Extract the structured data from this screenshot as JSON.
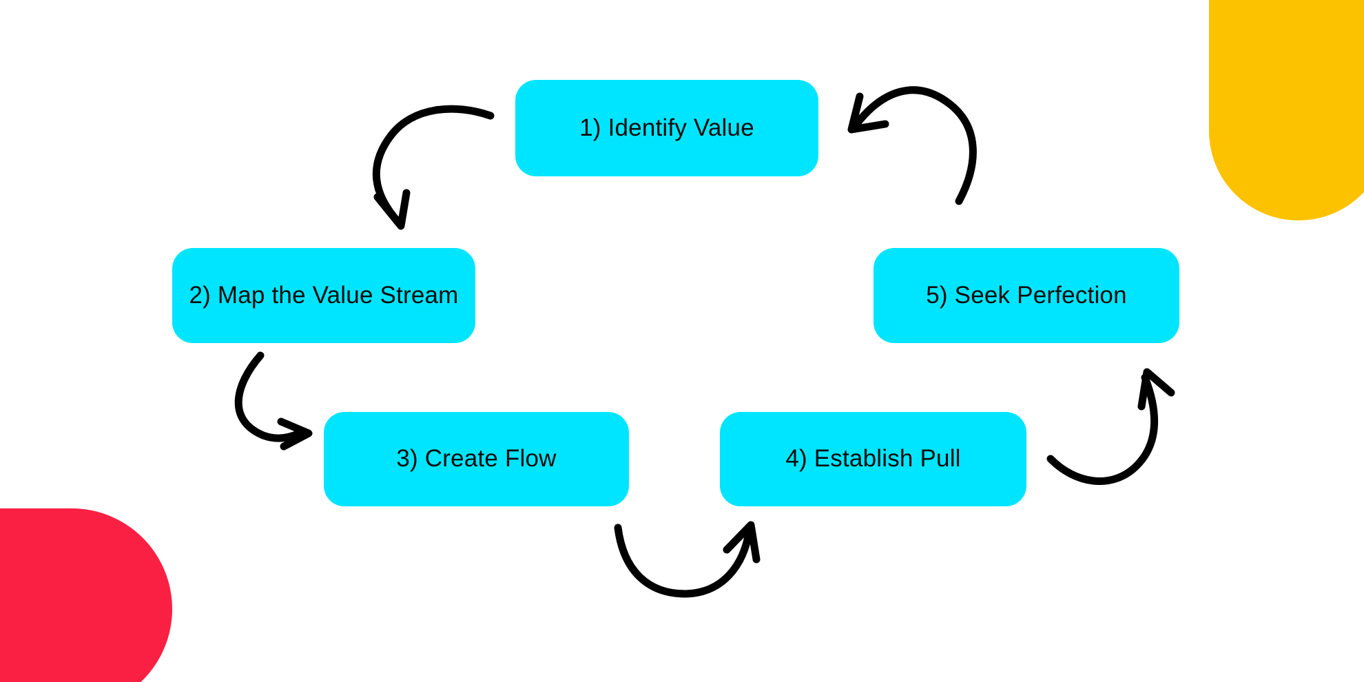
{
  "diagram": {
    "type": "cycle-flow",
    "background_color": "#FFFFFF",
    "node_color": "#00E5FF",
    "node_text_color": "#0A0A0A",
    "arrow_color": "#000000",
    "nodes": [
      {
        "id": "1",
        "label": "1) Identify Value"
      },
      {
        "id": "2",
        "label": "2) Map the Value Stream"
      },
      {
        "id": "3",
        "label": "3) Create Flow"
      },
      {
        "id": "4",
        "label": "4) Establish Pull"
      },
      {
        "id": "5",
        "label": "5) Seek Perfection"
      }
    ],
    "connectors": [
      {
        "name": "arrow-1-to-2",
        "from": "1",
        "to": "2",
        "direction": "down-left"
      },
      {
        "name": "arrow-2-to-3",
        "from": "2",
        "to": "3",
        "direction": "down-right"
      },
      {
        "name": "arrow-3-to-4",
        "from": "3",
        "to": "4",
        "direction": "right"
      },
      {
        "name": "arrow-4-to-5",
        "from": "4",
        "to": "5",
        "direction": "up-right"
      },
      {
        "name": "arrow-5-to-1",
        "from": "5",
        "to": "1",
        "direction": "up-left"
      }
    ],
    "decorations": [
      {
        "name": "yellow-capsule",
        "color": "#FCC200",
        "position": "top-right"
      },
      {
        "name": "red-capsule",
        "color": "#FA2044",
        "position": "bottom-left"
      }
    ]
  }
}
